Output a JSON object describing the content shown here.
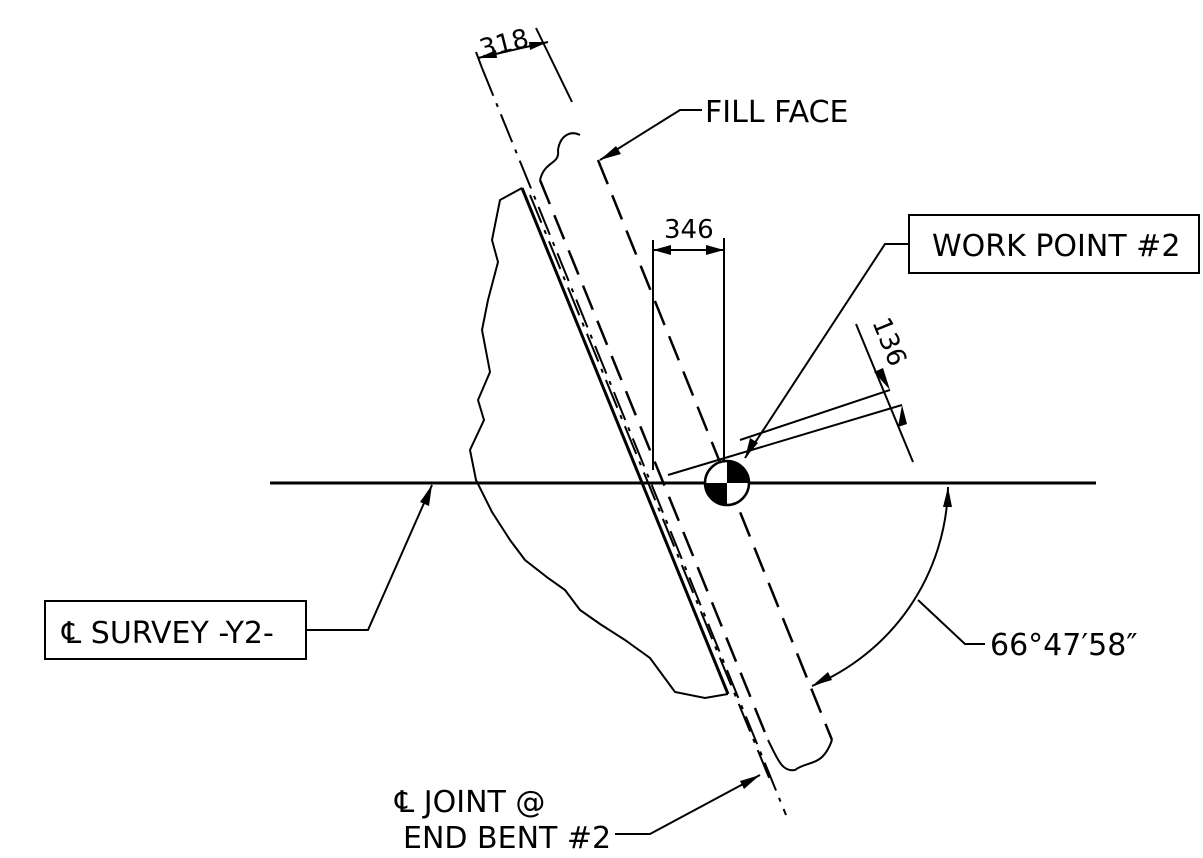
{
  "labels": {
    "fill_face": "FILL FACE",
    "work_point": "WORK POINT #2",
    "survey": "℄ SURVEY -Y2-",
    "angle": "66°47′58″",
    "joint_line1": "℄ JOINT @",
    "joint_line2": "END BENT #2"
  },
  "dimensions": {
    "d318": "318",
    "d346": "346",
    "d136": "136"
  },
  "colors": {
    "ink": "#000000",
    "background": "#ffffff"
  }
}
